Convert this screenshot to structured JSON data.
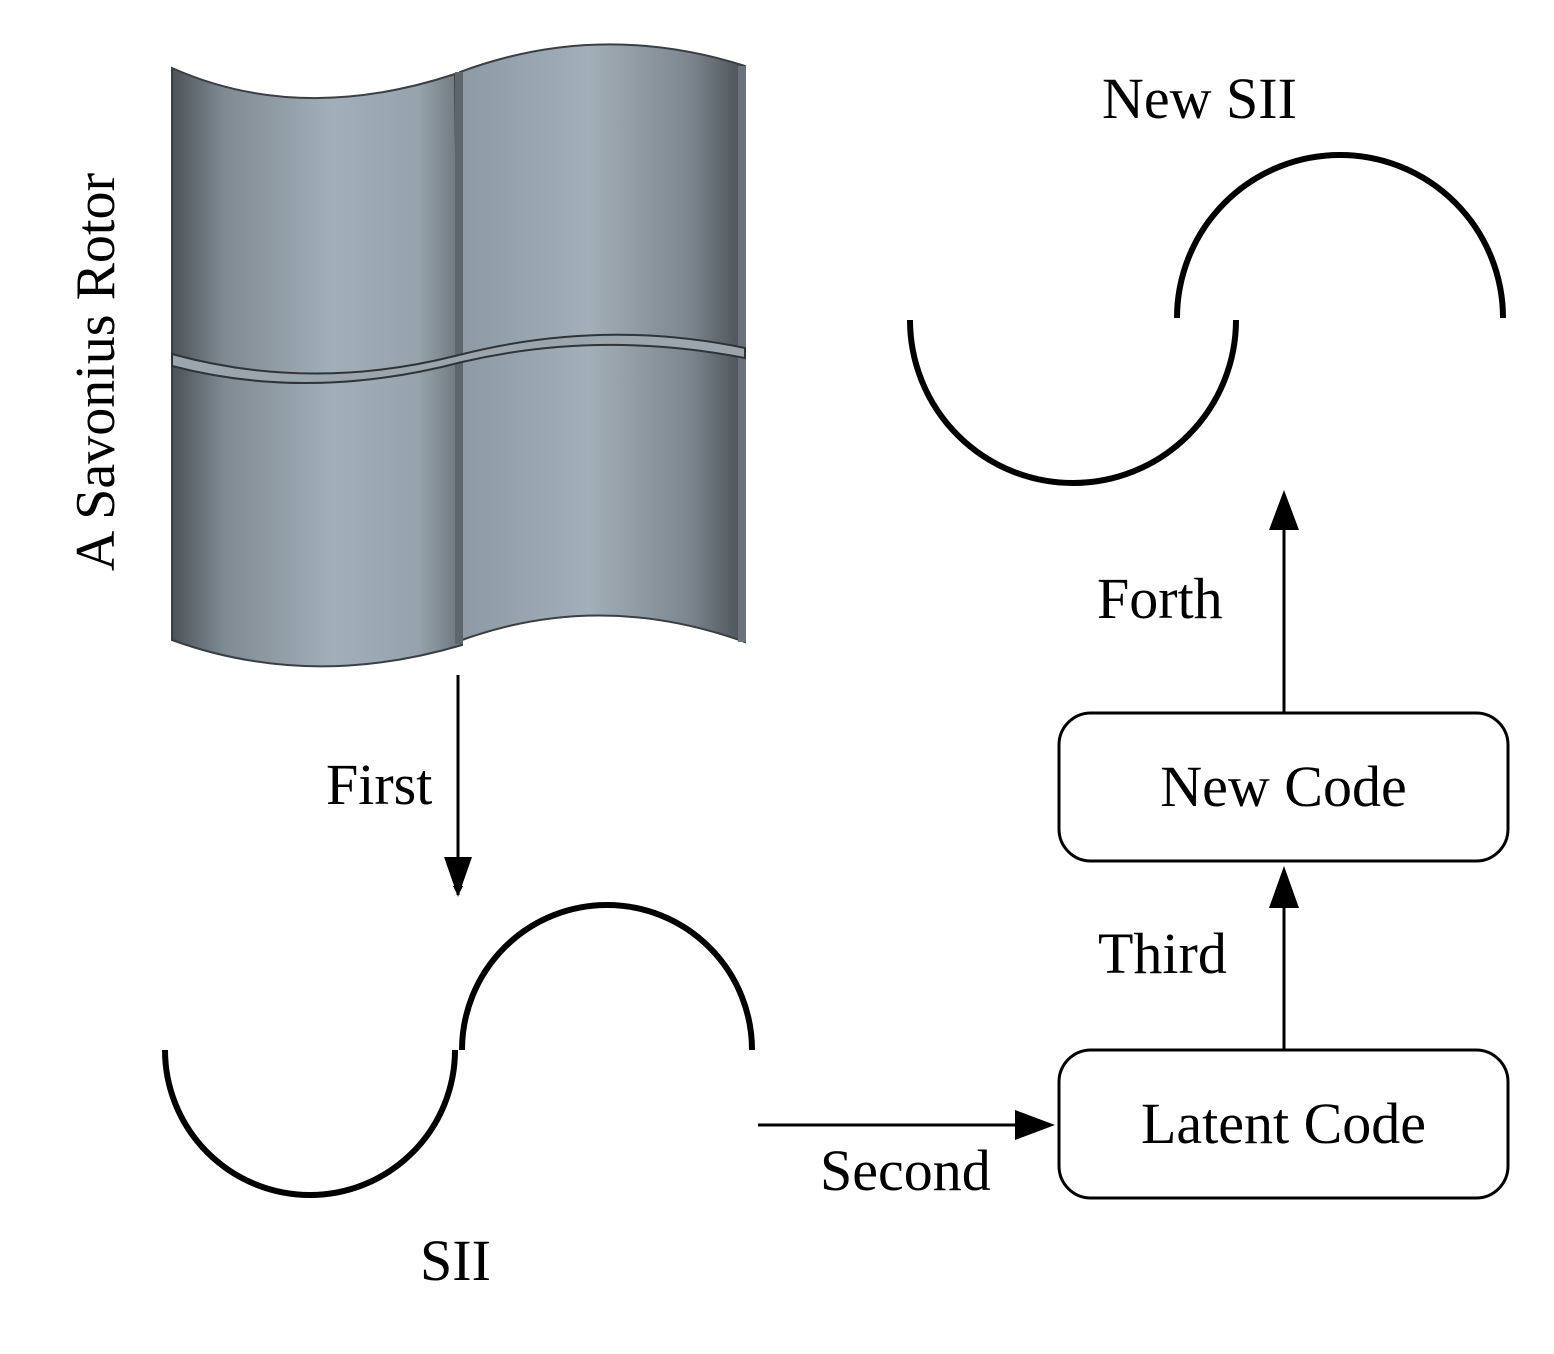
{
  "labels": {
    "rotor_title": "A Savonius Rotor",
    "step_first": "First",
    "step_second": "Second",
    "step_third": "Third",
    "step_forth": "Forth",
    "sii_label": "SII",
    "new_sii_label": "New SII"
  },
  "boxes": {
    "latent_code": "Latent Code",
    "new_code": "New Code"
  },
  "colors": {
    "line": "#000000",
    "rotor_light": "#a3afb8",
    "rotor_dark": "#4c5359",
    "rotor_edge": "#3a3f44"
  }
}
